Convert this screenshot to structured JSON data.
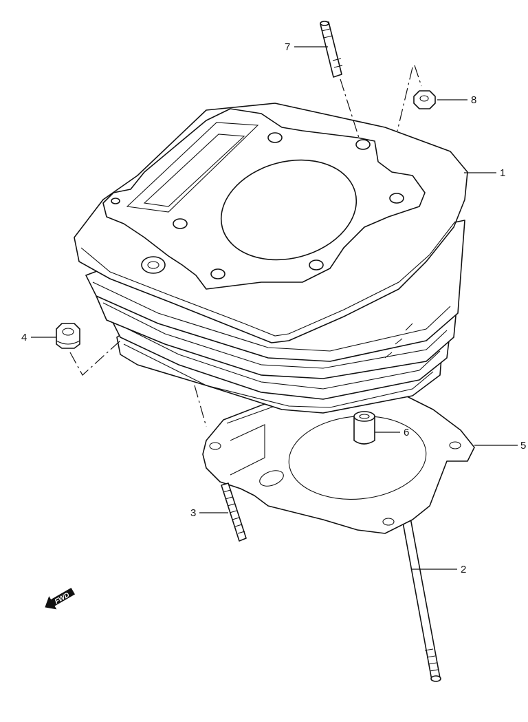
{
  "callouts": [
    {
      "id": "1",
      "label": "1"
    },
    {
      "id": "2",
      "label": "2"
    },
    {
      "id": "3",
      "label": "3"
    },
    {
      "id": "4",
      "label": "4"
    },
    {
      "id": "5",
      "label": "5"
    },
    {
      "id": "6",
      "label": "6"
    },
    {
      "id": "7",
      "label": "7"
    },
    {
      "id": "8",
      "label": "8"
    }
  ],
  "direction_marker": {
    "text": "FWD",
    "icon": "fwd-arrow-icon"
  }
}
